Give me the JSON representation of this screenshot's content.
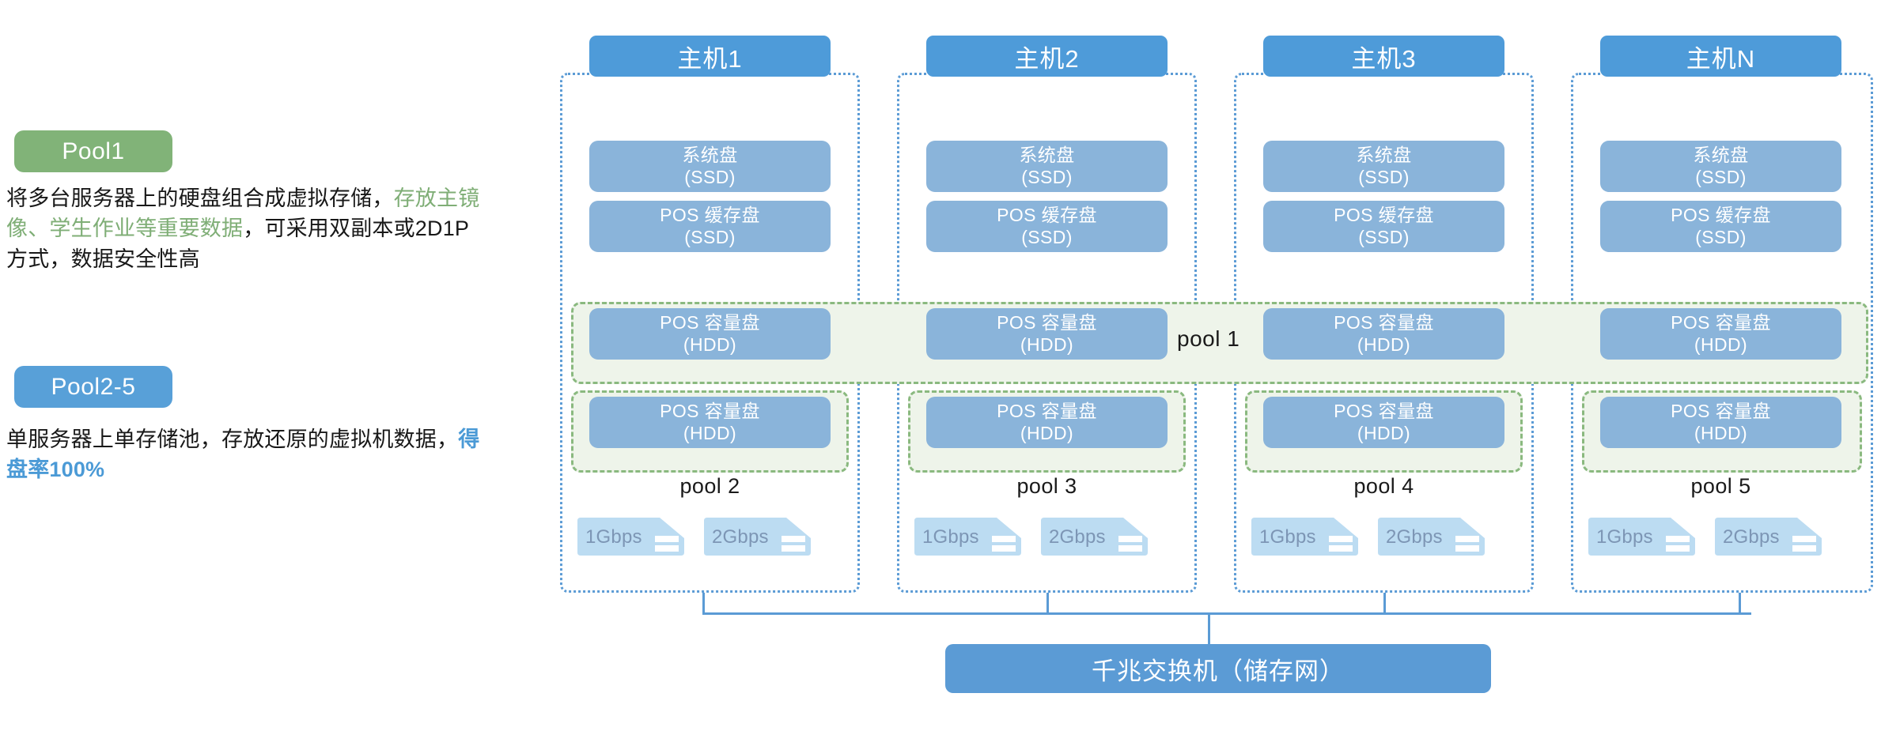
{
  "legend": {
    "pool1": {
      "badge": "Pool1",
      "badge_color": "#81b378",
      "desc_part1": "将多台服务器上的硬盘组合成虚拟存储，",
      "desc_highlight": "存放主镜像、学生作业等重要数据",
      "desc_part2": "，可采用双副本或2D1P方式，数据安全性高"
    },
    "pool25": {
      "badge": "Pool2-5",
      "badge_color": "#58a0d8",
      "desc_part1": "单服务器上单存储池，存放还原的虚拟机数据，",
      "desc_highlight": "得盘率100%"
    }
  },
  "diagram": {
    "shared_pool_label": "pool 1",
    "colors": {
      "host_header": "#4e9bd9",
      "disk": "#8ab4da",
      "pool_green_border": "#8ab97f",
      "pool_green_fill": "#eef4ea",
      "host_frame_border": "#5b9bd5",
      "nic_fill": "#bcdcf2",
      "nic_text": "#7d96b5",
      "switch": "#5b9bd5"
    },
    "disk_labels": {
      "system": {
        "line1": "系统盘",
        "line2": "(SSD)"
      },
      "cache": {
        "line1": "POS 缓存盘",
        "line2": "(SSD)"
      },
      "capacity": {
        "line1": "POS 容量盘",
        "line2": "(HDD)"
      }
    },
    "hosts": [
      {
        "title": "主机1",
        "pool_label": "pool 2",
        "nics": [
          {
            "label": "1Gbps",
            "icon": "network-card-icon"
          },
          {
            "label": "2Gbps",
            "icon": "network-card-icon"
          }
        ]
      },
      {
        "title": "主机2",
        "pool_label": "pool 3",
        "nics": [
          {
            "label": "1Gbps",
            "icon": "network-card-icon"
          },
          {
            "label": "2Gbps",
            "icon": "network-card-icon"
          }
        ]
      },
      {
        "title": "主机3",
        "pool_label": "pool 4",
        "nics": [
          {
            "label": "1Gbps",
            "icon": "network-card-icon"
          },
          {
            "label": "2Gbps",
            "icon": "network-card-icon"
          }
        ]
      },
      {
        "title": "主机N",
        "pool_label": "pool 5",
        "nics": [
          {
            "label": "1Gbps",
            "icon": "network-card-icon"
          },
          {
            "label": "2Gbps",
            "icon": "network-card-icon"
          }
        ]
      }
    ],
    "switch": {
      "label": "千兆交换机（储存网）"
    }
  }
}
